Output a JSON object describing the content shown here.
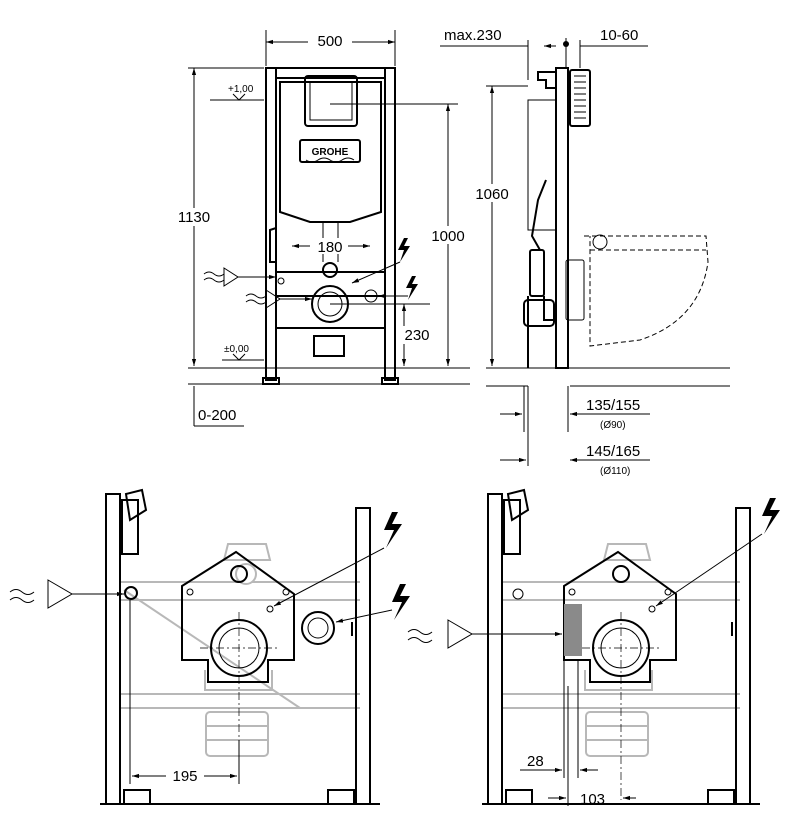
{
  "brand": "GROHE",
  "front_view": {
    "width": "500",
    "height": "1130",
    "level_top": "+1,00",
    "level_bottom": "±0,00",
    "height_1000": "1000",
    "height_1060": "1060",
    "spacing_180": "180",
    "height_230": "230",
    "adjust_0_200": "0-200"
  },
  "side_view": {
    "max_230": "max.230",
    "depth_10_60": "10-60",
    "d1": "135/155",
    "d1_note": "(Ø90)",
    "d2": "145/165",
    "d2_note": "(Ø110)"
  },
  "detail_left": {
    "dim_195": "195"
  },
  "detail_right": {
    "dim_28": "28",
    "dim_103": "103"
  }
}
